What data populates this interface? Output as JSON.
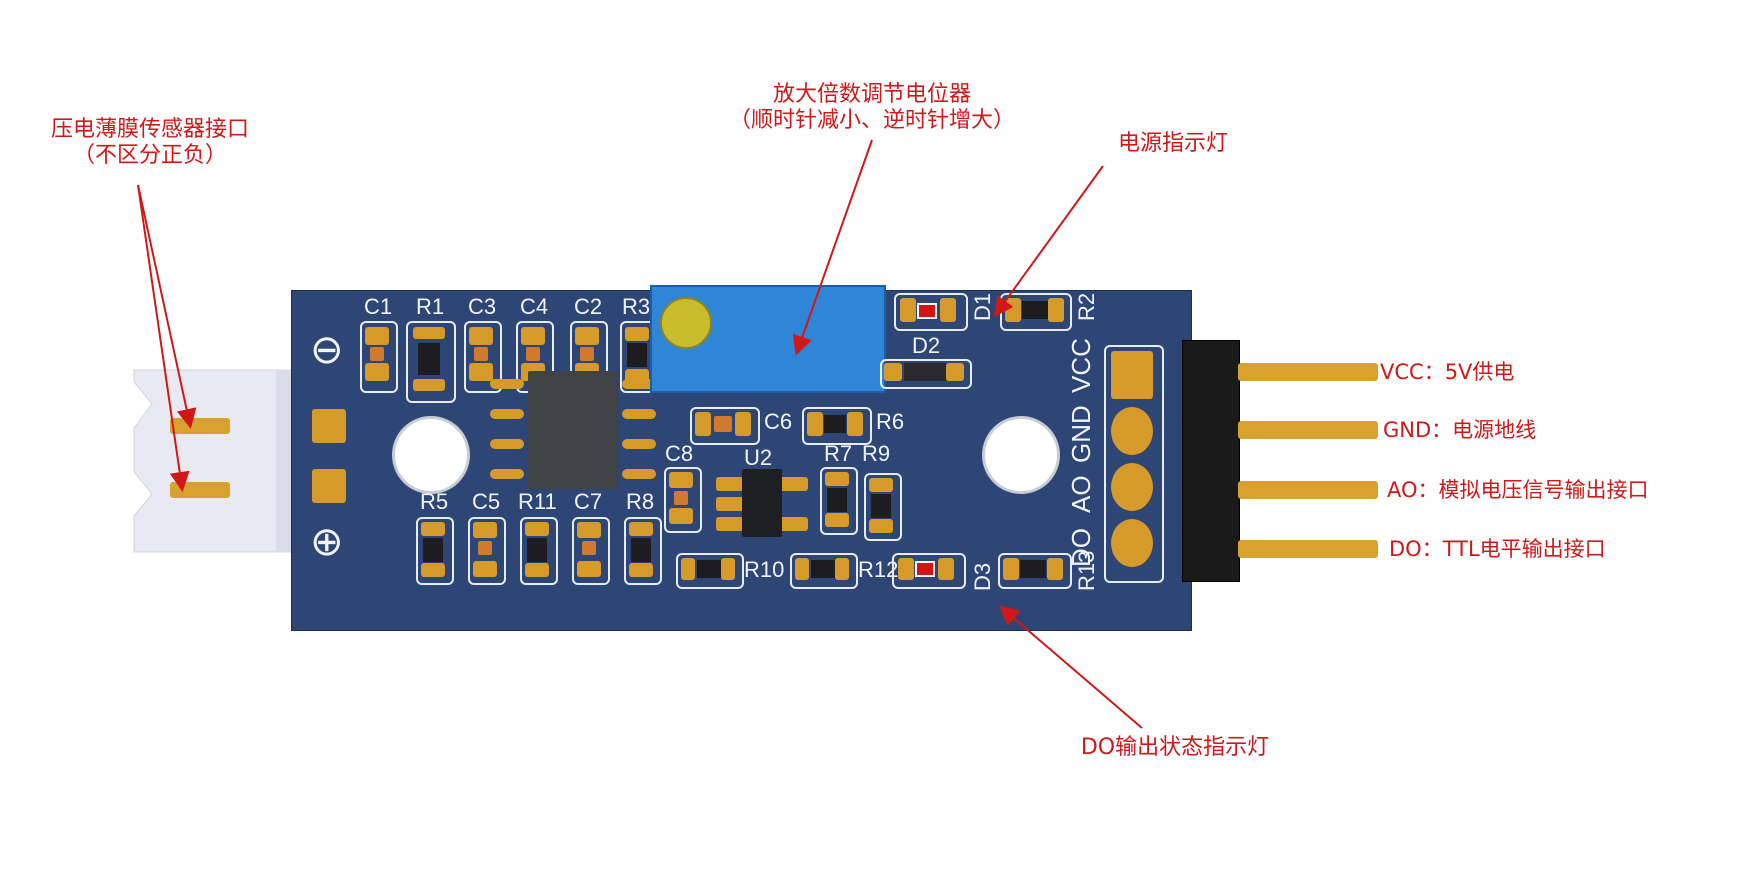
{
  "annotations": {
    "sensor_interface": {
      "line1": "压电薄膜传感器接口",
      "line2": "（不区分正负）"
    },
    "potentiometer": {
      "line1": "放大倍数调节电位器",
      "line2": "（顺时针减小、逆时针增大）"
    },
    "power_led": "电源指示灯",
    "do_led": "DO输出状态指示灯"
  },
  "pins": [
    {
      "name": "VCC",
      "label": "VCC：5V供电"
    },
    {
      "name": "GND",
      "label": "GND：电源地线"
    },
    {
      "name": "AO",
      "label": "AO：模拟电压信号输出接口"
    },
    {
      "name": "DO",
      "label": "DO：TTL电平输出接口"
    }
  ],
  "silkscreen": {
    "C1": "C1",
    "R1": "R1",
    "C3": "C3",
    "C4": "C4",
    "C2": "C2",
    "R3": "R3",
    "C6": "C6",
    "R6": "R6",
    "C8": "C8",
    "U2": "U2",
    "R7": "R7",
    "R9": "R9",
    "R5": "R5",
    "C5": "C5",
    "R11": "R11",
    "C7": "C7",
    "R8": "R8",
    "R10": "R10",
    "R12": "R12",
    "D1": "D1",
    "D2": "D2",
    "D3": "D3",
    "R2": "R2",
    "R13": "R13",
    "minus": "⊖",
    "plus": "⊕"
  },
  "colors": {
    "annotation": "#d01818",
    "board": "#2d4676",
    "pad": "#d59a2a",
    "pot": "#2f86d6"
  }
}
